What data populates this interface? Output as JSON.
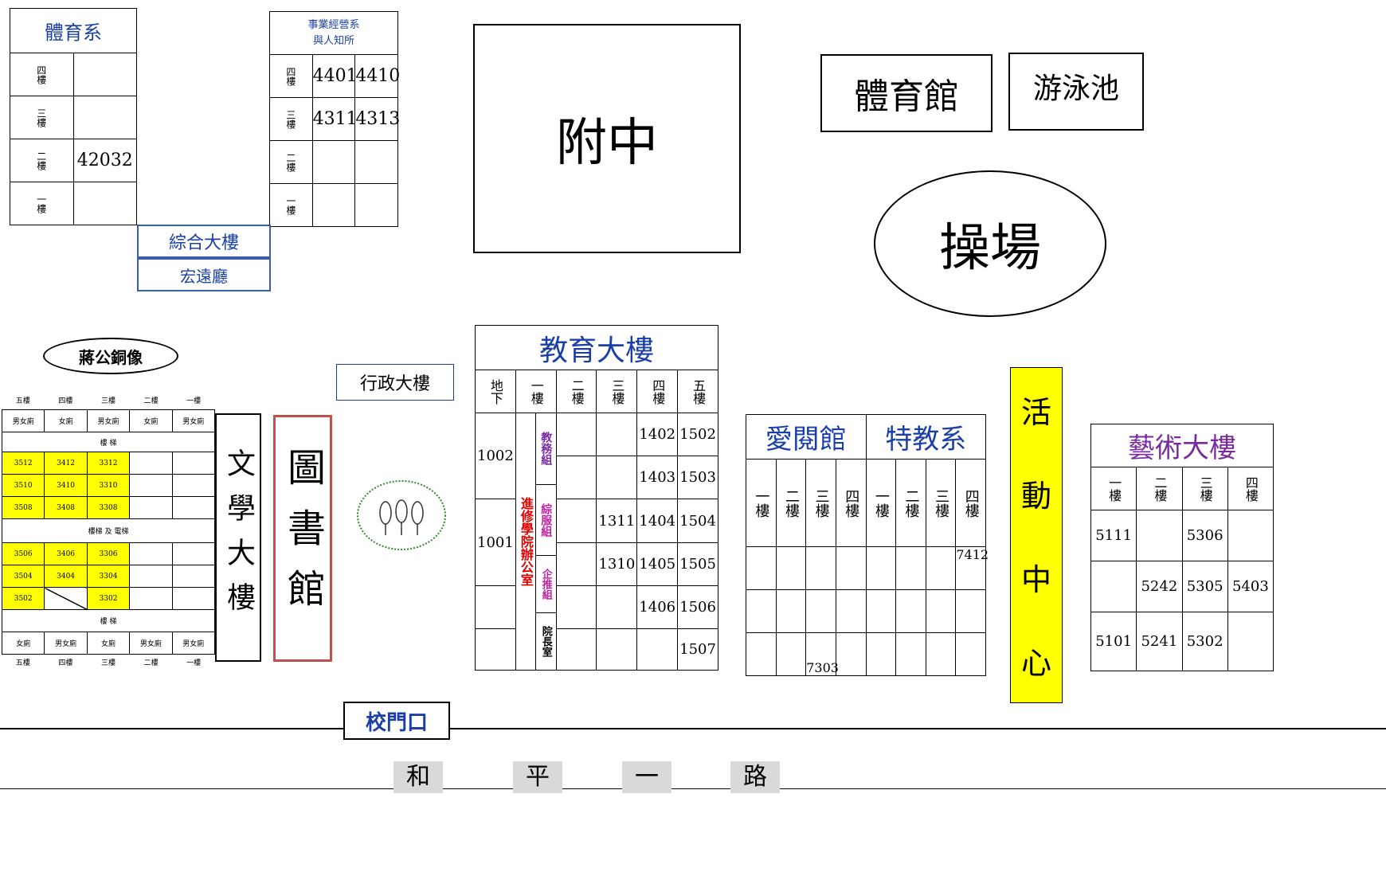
{
  "pe_dept": {
    "title": "體育系",
    "floors": [
      "四樓",
      "三樓",
      "二樓",
      "一樓"
    ],
    "rooms": [
      "",
      "",
      "42032",
      ""
    ]
  },
  "business_dept": {
    "title_line1": "事業經營系",
    "title_line2": "與人知所",
    "floors": [
      "四樓",
      "三樓",
      "二樓",
      "一樓"
    ],
    "rooms": [
      [
        "4401",
        "4410"
      ],
      [
        "4311",
        "4313"
      ],
      [
        "",
        ""
      ],
      [
        "",
        ""
      ]
    ]
  },
  "general_bldg": "綜合大樓",
  "hongyuan_hall": "宏遠廳",
  "fuzhong": "附中",
  "gym": "體育館",
  "pool": "游泳池",
  "playground": "操場",
  "chiang_statue": "蔣公銅像",
  "admin_bldg": "行政大樓",
  "library": "圖書館",
  "literature_bldg": "文學大樓",
  "lit_table": {
    "top_floors": [
      "五樓",
      "四樓",
      "三樓",
      "二樓",
      "一樓"
    ],
    "top_wc": [
      "男女廁",
      "女廁",
      "男女廁",
      "女廁",
      "男女廁"
    ],
    "stairs1": "樓 梯",
    "upper_rows": [
      [
        "3512",
        "3412",
        "3312"
      ],
      [
        "3510",
        "3410",
        "3310"
      ],
      [
        "3508",
        "3408",
        "3308"
      ]
    ],
    "elevator": "樓梯 及 電梯",
    "lower_rows": [
      [
        "3506",
        "3406",
        "3306"
      ],
      [
        "3504",
        "3404",
        "3304"
      ],
      [
        "3502",
        "",
        "3302"
      ]
    ],
    "stairs2": "樓 梯",
    "bottom_wc": [
      "女廁",
      "男女廁",
      "女廁",
      "男女廁",
      "男女廁"
    ],
    "bottom_floors": [
      "五樓",
      "四樓",
      "三樓",
      "二樓",
      "一樓"
    ]
  },
  "education_bldg": {
    "title": "教育大樓",
    "headers": [
      "地下",
      "一樓",
      "二樓",
      "三樓",
      "四樓",
      "五樓"
    ],
    "basement": [
      "1002",
      "1001"
    ],
    "first_left": "進修學院辦公室",
    "first_right": [
      "教務組",
      "綜服組",
      "企推組",
      "院長室"
    ],
    "third": [
      "",
      "",
      "1311",
      "1310",
      "",
      ""
    ],
    "fourth": [
      "1402",
      "1403",
      "1404",
      "1405",
      "1406",
      ""
    ],
    "fifth": [
      "1502",
      "1503",
      "1504",
      "1505",
      "1506",
      "1507"
    ]
  },
  "aiyue_hall": "愛閱館",
  "special_ed": "特教系",
  "aiyue_floors": [
    "一樓",
    "二樓",
    "三樓",
    "四樓",
    "一樓",
    "二樓",
    "三樓",
    "四樓"
  ],
  "aiyue_rooms": {
    "r7412": "7412",
    "r7303": "7303"
  },
  "activity_center": "活動中心",
  "activity_chars": [
    "活",
    "動",
    "中",
    "心"
  ],
  "art_bldg": {
    "title": "藝術大樓",
    "floors": [
      "一樓",
      "二樓",
      "三樓",
      "四樓"
    ],
    "rows": [
      [
        "5111",
        "",
        "5306",
        ""
      ],
      [
        "",
        "5242",
        "5305",
        "5403"
      ],
      [
        "5101",
        "5241",
        "5302",
        ""
      ]
    ]
  },
  "gate": "校門口",
  "road": [
    "和",
    "平",
    "一",
    "路"
  ],
  "colors": {
    "yellow": "#ffff00",
    "blue": "#1a3fa8",
    "red": "#e00000",
    "purple": "#7a2aa0"
  }
}
